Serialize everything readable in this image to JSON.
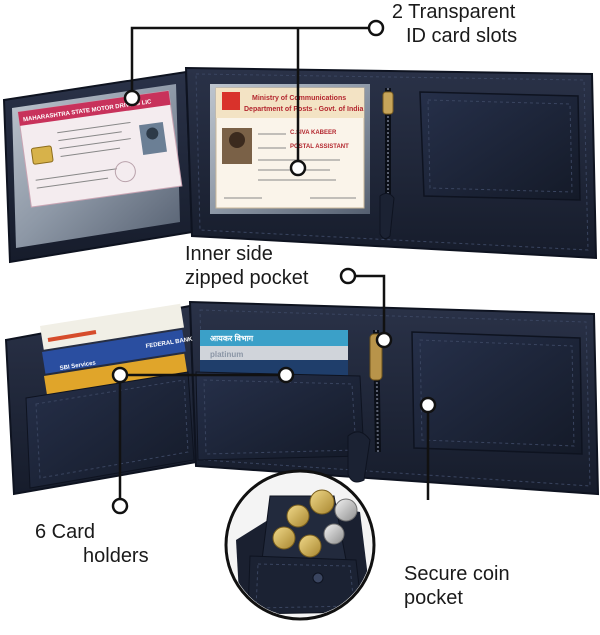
{
  "callouts": {
    "id_slots": {
      "line1": "2 Transparent",
      "line2": "ID card slots"
    },
    "zipped_pocket": {
      "line1": "Inner side",
      "line2": "zipped pocket"
    },
    "card_holders": {
      "line1": "6 Card",
      "line2": "holders"
    },
    "coin_pocket": {
      "line1": "Secure coin",
      "line2": "pocket"
    }
  },
  "id_cards": {
    "license_header": "MAHARASHTRA STATE MOTOR DRIVING LIC",
    "id_header_1": "Ministry of Communications",
    "id_header_2": "Department of Posts - Govt. of India",
    "id_name": "C.SIVA KABEER",
    "id_designation": "POSTAL ASSISTANT"
  },
  "bank_cards": {
    "bank1": "FEDERAL BANK",
    "bank2": "SBI Services",
    "bank3": "platinum"
  },
  "colors": {
    "leather": "#1b2233",
    "leather_mid": "#252d42",
    "leather_edge": "#0e1320",
    "stitch": "#3a4560",
    "zipper": "#b8944a",
    "pointer": "#111111"
  }
}
